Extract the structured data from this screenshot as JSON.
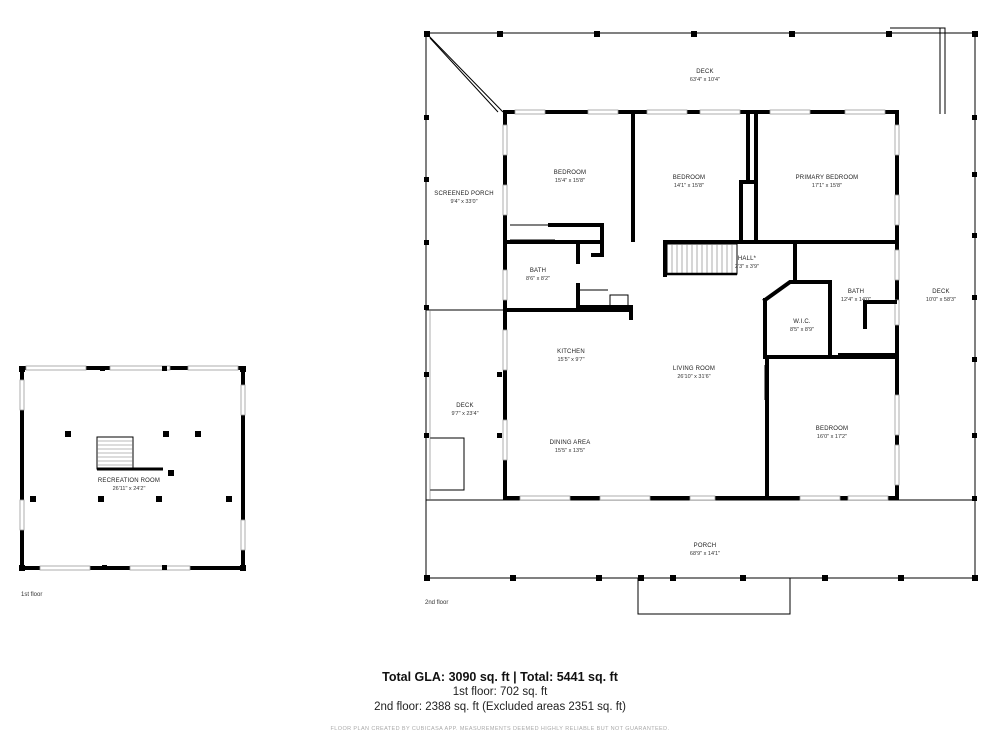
{
  "floors": [
    {
      "label": "1st floor",
      "rooms": [
        {
          "name": "RECREATION ROOM",
          "dims": "26'11\" x 24'2\""
        }
      ]
    },
    {
      "label": "2nd floor",
      "rooms": [
        {
          "name": "DECK",
          "dims": "63'4\" x 10'4\""
        },
        {
          "name": "SCREENED PORCH",
          "dims": "9'4\" x 33'0\""
        },
        {
          "name": "BEDROOM",
          "dims": "15'4\" x 15'8\""
        },
        {
          "name": "BEDROOM",
          "dims": "14'1\" x 15'8\""
        },
        {
          "name": "PRIMARY BEDROOM",
          "dims": "17'1\" x 15'8\""
        },
        {
          "name": "HALL*",
          "dims": "2'3\" x 3'9\""
        },
        {
          "name": "BATH",
          "dims": "8'6\" x 8'2\""
        },
        {
          "name": "BATH",
          "dims": "12'4\" x 14'0\""
        },
        {
          "name": "W.I.C.",
          "dims": "8'5\" x 8'9\""
        },
        {
          "name": "DECK",
          "dims": "10'0\" x 58'3\""
        },
        {
          "name": "KITCHEN",
          "dims": "15'5\" x 9'7\""
        },
        {
          "name": "LIVING ROOM",
          "dims": "26'10\" x 31'6\""
        },
        {
          "name": "DECK",
          "dims": "9'7\" x 23'4\""
        },
        {
          "name": "DINING AREA",
          "dims": "15'5\" x 13'5\""
        },
        {
          "name": "BEDROOM",
          "dims": "16'0\" x 17'2\""
        },
        {
          "name": "PORCH",
          "dims": "68'9\" x 14'1\""
        }
      ]
    }
  ],
  "summary": {
    "total": "Total GLA: 3090 sq. ft | Total: 5441 sq. ft",
    "floor1": "1st floor: 702 sq. ft",
    "floor2": "2nd floor: 2388 sq. ft (Excluded areas 2351 sq. ft)"
  },
  "disclaimer": "FLOOR PLAN CREATED BY CUBICASA APP. MEASUREMENTS DEEMED HIGHLY RELIABLE BUT NOT GUARANTEED."
}
